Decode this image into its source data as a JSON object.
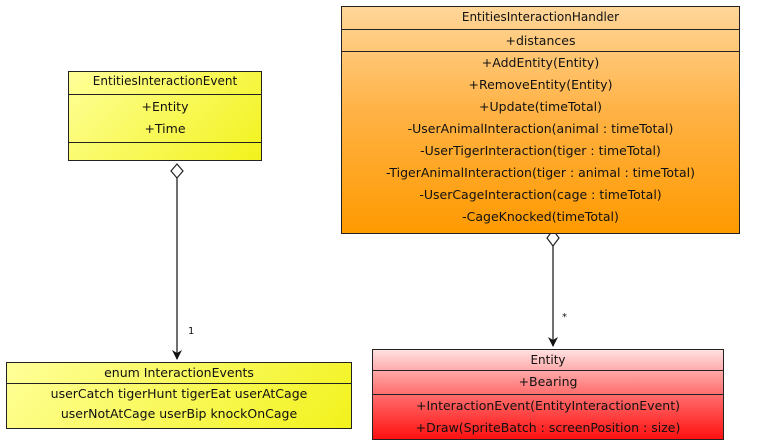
{
  "diagram": {
    "classes": {
      "event": {
        "name": "EntitiesInteractionEvent",
        "attributes": [
          "+Entity",
          "+Time"
        ],
        "methods": []
      },
      "handler": {
        "name": "EntitiesInteractionHandler",
        "attributes": [
          "+distances"
        ],
        "methods": [
          "+AddEntity(Entity)",
          "+RemoveEntity(Entity)",
          "+Update(timeTotal)",
          "-UserAnimalInteraction(animal : timeTotal)",
          "-UserTigerInteraction(tiger : timeTotal)",
          "-TigerAnimalInteraction(tiger : animal : timeTotal)",
          "-UserCageInteraction(cage : timeTotal)",
          "-CageKnocked(timeTotal)"
        ]
      },
      "interaction_events": {
        "name": "enum InteractionEvents",
        "values": [
          "userCatch  tigerHunt  tigerEat  userAtCage",
          "userNotAtCage  userBip  knockOnCage"
        ]
      },
      "entity": {
        "name": "Entity",
        "attributes": [
          "+Bearing"
        ],
        "methods": [
          "+InteractionEvent(EntityInteractionEvent)",
          "+Draw(SpriteBatch : screenPosition : size)"
        ]
      }
    },
    "edges": {
      "event_to_enum": {
        "label": "1"
      },
      "handler_to_entity": {
        "label": "*"
      }
    },
    "colors": {
      "yellow": "#f2f21c",
      "orange": "#ff9a00",
      "red": "#ff1010",
      "line": "#222222"
    }
  }
}
